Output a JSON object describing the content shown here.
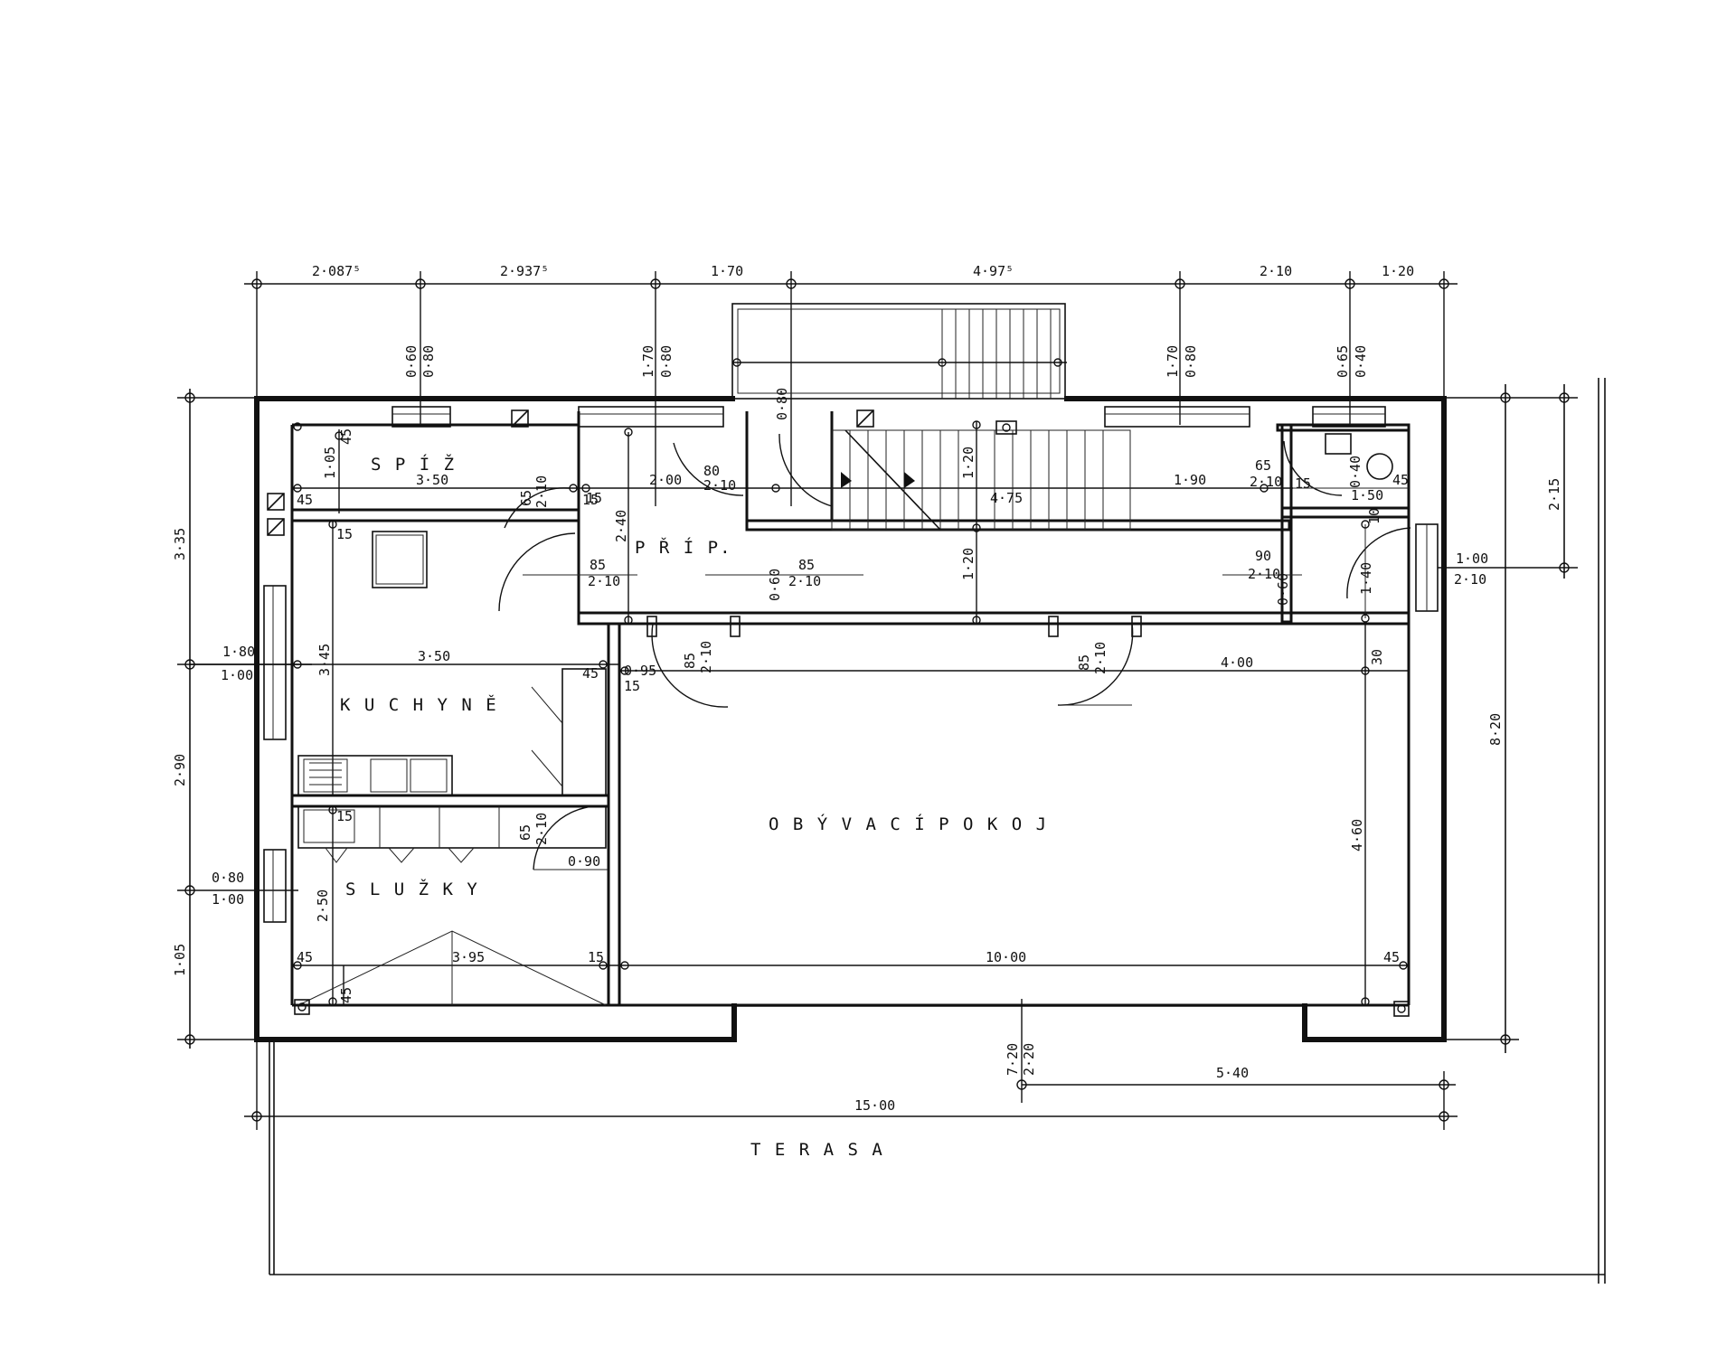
{
  "rooms": {
    "spiz": "S P Í Ž",
    "prip": "P Ř Í P.",
    "kuchyne": "K U C H Y N Ě",
    "sluzky": "S L U Ž K Y",
    "obyvaci": "O B Ý V A C Í   P O K O J",
    "terasa": "T E R A S A"
  },
  "dims": {
    "top_2087": "2·087⁵",
    "top_2937": "2·937⁵",
    "top_170": "1·70",
    "top_4975": "4·97⁵",
    "top_210": "2·10",
    "top_120": "1·20",
    "win1_a": "0·60",
    "win1_b": "0·80",
    "win2_a": "1·70",
    "win2_b": "0·80",
    "stair_080": "0·80",
    "win3_a": "1·70",
    "win3_b": "0·80",
    "win4_a": "0·65",
    "win4_b": "0·40",
    "left_335": "3·35",
    "left_180": "1·80",
    "left_100": "1·00",
    "left_290": "2·90",
    "left_080": "0·80",
    "left_100b": "1·00",
    "left_105": "1·05",
    "right_215": "2·15",
    "right_820": "8·20",
    "right_100": "1·00",
    "right_210": "2·10",
    "spiz_105": "1·05",
    "spiz_45v": "45",
    "spiz_350": "3·50",
    "spiz_45": "45",
    "spiz_15": "15",
    "door_65a": "65",
    "door_210a": "2·10",
    "prip_200": "2·00",
    "prip_80": "80",
    "prip_210": "2·10",
    "prip_15": "15",
    "prip_240": "2·40",
    "prip_85": "85",
    "prip_210b": "2·10",
    "hall_85": "85",
    "hall_210": "2·10",
    "hall_060": "0·60",
    "stair_120a": "1·20",
    "stair_475": "4·75",
    "stair_120b": "1·20",
    "e_65": "65",
    "e_210": "2·10",
    "e_190": "1·90",
    "e_15": "15",
    "e_040": "0·40",
    "e_45": "45",
    "e_150": "1·50",
    "e_10": "10",
    "e_90": "90",
    "e_210b": "2·10",
    "e_060": "0·60",
    "e_140": "1·40",
    "k_15": "15",
    "k_345": "3·45",
    "k_350": "3·50",
    "k_45": "45",
    "k_15b": "15",
    "k_095": "0·95",
    "k_85": "85",
    "k_210": "2·10",
    "k_65": "65",
    "k_210b": "2·10",
    "k_15c": "15",
    "k_090": "0·90",
    "ob_85": "85",
    "ob_210": "2·10",
    "ob_400": "4·00",
    "ob_30": "30",
    "ob_460": "4·60",
    "s_250": "2·50",
    "s_45": "45",
    "s_395": "3·95",
    "s_15": "15",
    "s_45b": "45",
    "ob_1000": "10·00",
    "ob_45": "45",
    "bot_720": "7·20",
    "bot_220": "2·20",
    "bot_540": "5·40",
    "bot_1500": "15·00"
  }
}
